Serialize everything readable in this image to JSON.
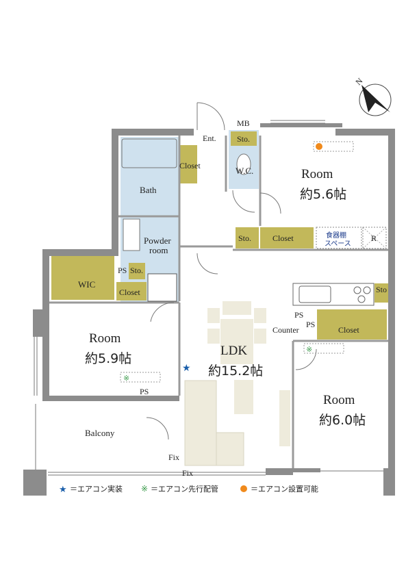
{
  "compass": {
    "label": "N"
  },
  "rooms": {
    "room_ne_name": "Room",
    "room_ne_size": "約5.6帖",
    "room_w_name": "Room",
    "room_w_size": "約5.9帖",
    "room_se_name": "Room",
    "room_se_size": "約6.0帖",
    "ldk_name": "LDK",
    "ldk_size": "約15.2帖",
    "balcony": "Balcony",
    "bath": "Bath",
    "powder_room": [
      "Powder",
      "room"
    ],
    "wc": "W.C.",
    "wic": "WIC",
    "entrance": "Ent."
  },
  "fixtures": {
    "mb": "MB",
    "sto_wc": "Sto.",
    "sto_room": "Sto.",
    "sto_ps": "Sto.",
    "sto_kitchen": "Sto",
    "closet_entrance": "Closet",
    "closet_room_ne": "Closet",
    "closet_wic": "Closet",
    "closet_room_se": "Closet",
    "ps_wic": "PS",
    "ps_kitchen_1": "PS",
    "ps_kitchen_2": "PS",
    "ps_room_w": "PS",
    "counter": "Counter",
    "pantry": [
      "食器棚",
      "スペース"
    ],
    "r": "R",
    "fix_1": "Fix",
    "fix_2": "Fix"
  },
  "legend": {
    "ac_installed": "＝エアコン実装",
    "ac_piping": "＝エアコン先行配管",
    "ac_possible": "＝エアコン設置可能"
  },
  "colors": {
    "wall": "#8c8c8c",
    "wet_area": "#cfe1ee",
    "storage": "#c2b85a",
    "furniture": "#eeebdc",
    "star": "#1a5eaa",
    "ac_dot": "#f08a1c",
    "piping_mark": "#3a9a4a"
  }
}
